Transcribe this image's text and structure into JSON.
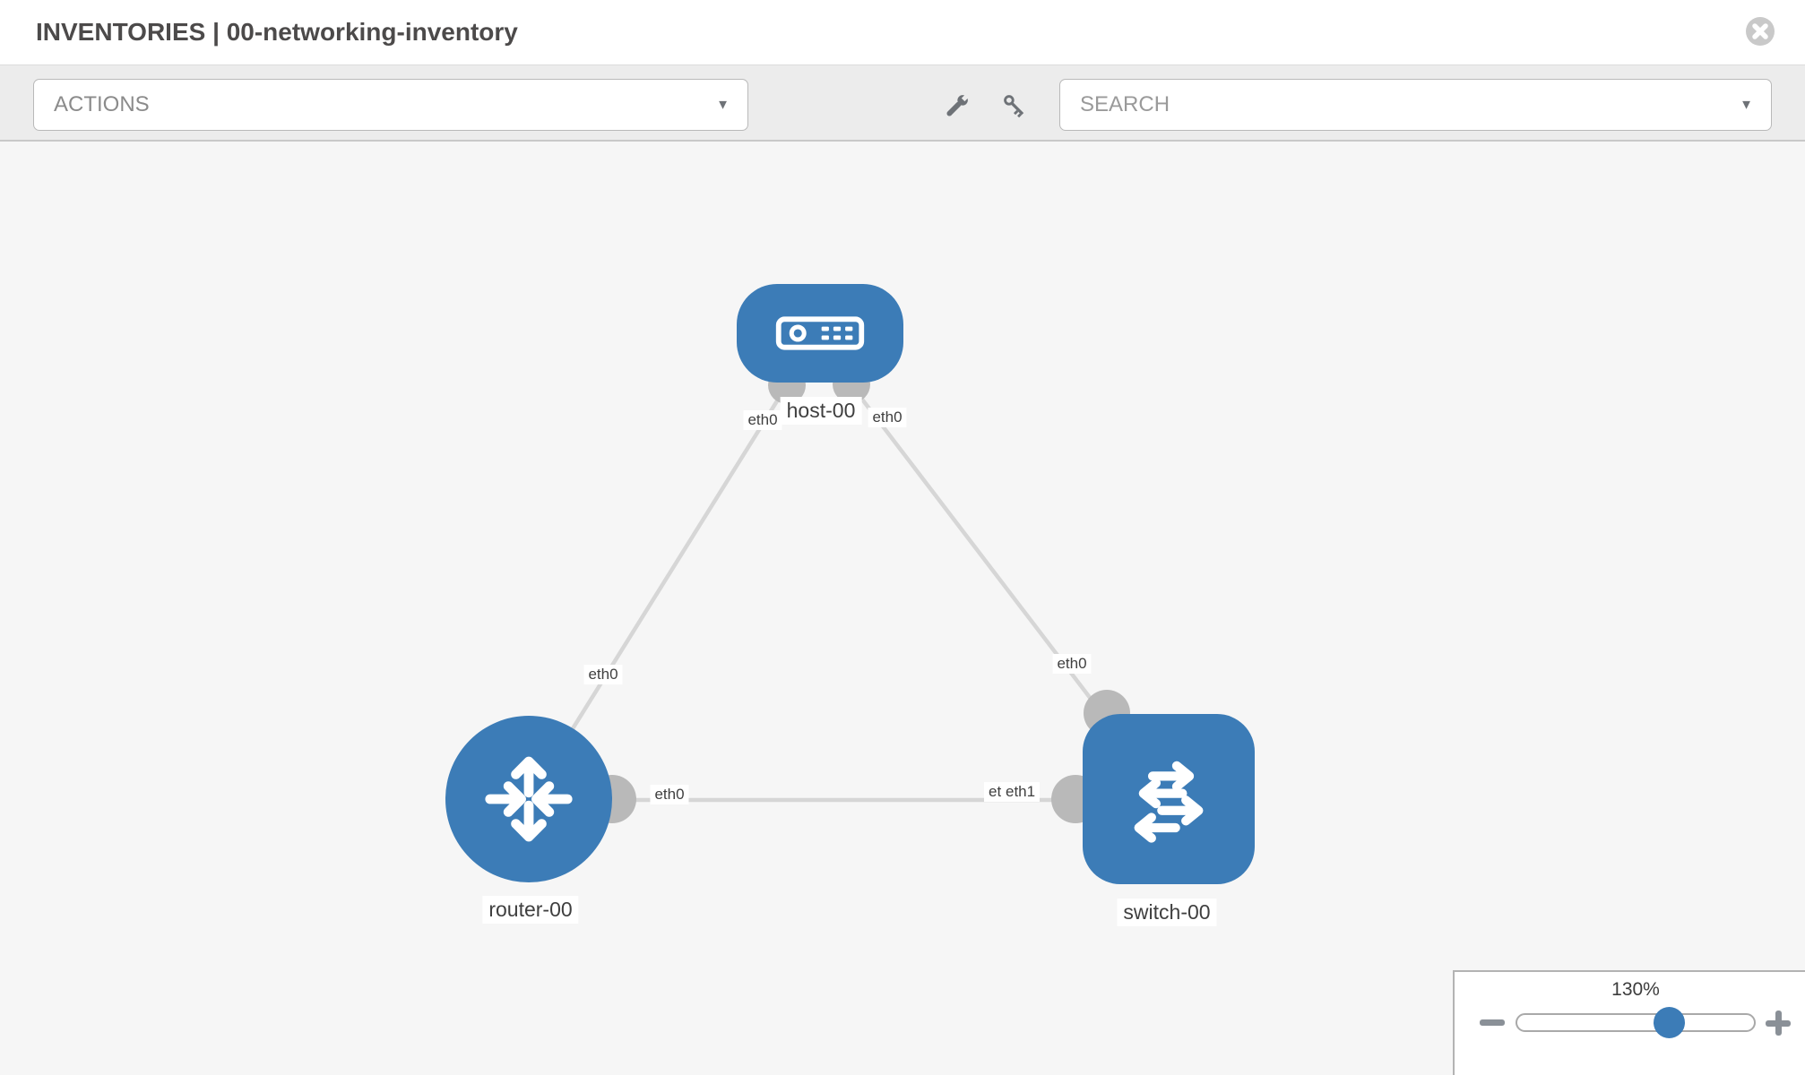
{
  "header": {
    "title": "INVENTORIES | 00-networking-inventory"
  },
  "toolbar": {
    "actions_label": "ACTIONS",
    "search_placeholder": "SEARCH",
    "caret_glyph": "▼"
  },
  "topology": {
    "nodes": [
      {
        "id": "host-00",
        "type": "host",
        "label": "host-00"
      },
      {
        "id": "router-00",
        "type": "router",
        "label": "router-00"
      },
      {
        "id": "switch-00",
        "type": "switch",
        "label": "switch-00"
      }
    ],
    "links": [
      {
        "from": "host-00",
        "to": "router-00",
        "from_iface": "eth0",
        "to_iface": "eth0"
      },
      {
        "from": "host-00",
        "to": "switch-00",
        "from_iface": "eth0",
        "to_iface": "eth0"
      },
      {
        "from": "router-00",
        "to": "switch-00",
        "from_iface": "eth0",
        "to_iface": "eth1",
        "to_iface_overlap": "eth1"
      }
    ]
  },
  "zoom_control": {
    "level": "130%",
    "slider_percent": 64
  },
  "colors": {
    "node_blue": "#3c7cb7",
    "link_gray": "#d6d6d6",
    "port_gray": "#b9b9b9",
    "canvas_bg": "#f6f6f6",
    "toolbar_bg": "#ececec"
  }
}
